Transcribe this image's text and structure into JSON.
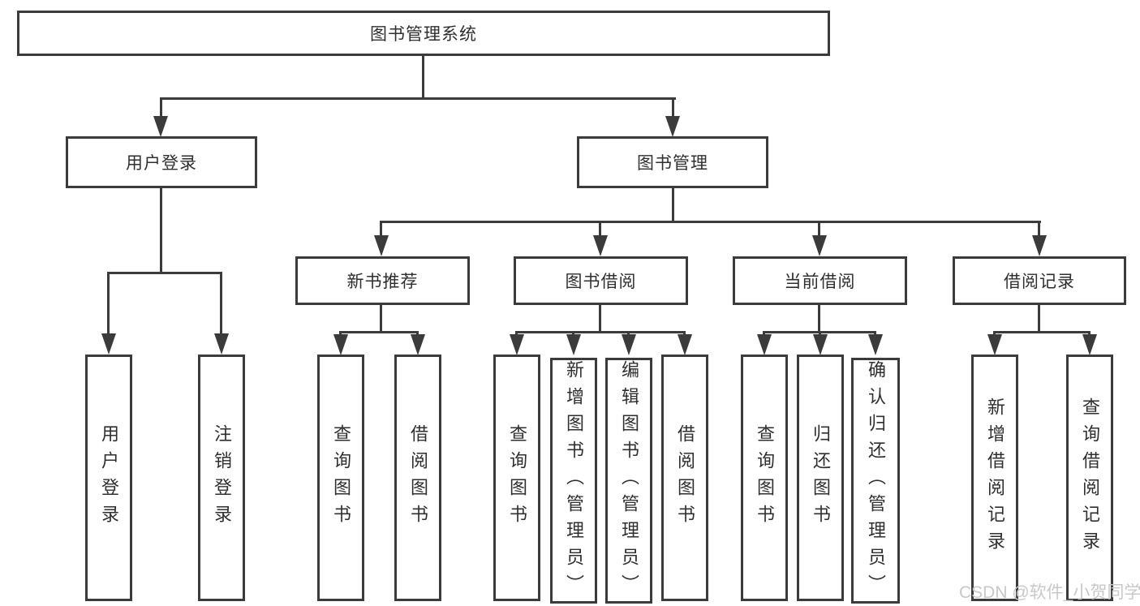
{
  "tree": {
    "root": "图书管理系统",
    "user_login": {
      "label": "用户登录",
      "children": [
        "用户登录",
        "注销登录"
      ]
    },
    "book_mgmt": {
      "label": "图书管理",
      "sections": {
        "new_book": {
          "label": "新书推荐",
          "children": [
            "查询图书",
            "借阅图书"
          ]
        },
        "borrow": {
          "label": "图书借阅",
          "children": [
            "查询图书",
            "新增图书（管理员）",
            "编辑图书（管理员）",
            "借阅图书"
          ]
        },
        "current": {
          "label": "当前借阅",
          "children": [
            "查询图书",
            "归还图书",
            "确认归还（管理员）"
          ]
        },
        "record": {
          "label": "借阅记录",
          "children": [
            "新增借阅记录",
            "查询借阅记录"
          ]
        }
      }
    }
  },
  "watermark": "CSDN @软件_小贺同学",
  "colors": {
    "line": "#3b3b3b",
    "text": "#2f2f2f",
    "watermark": "#c8c8c8",
    "background": "#ffffff"
  }
}
